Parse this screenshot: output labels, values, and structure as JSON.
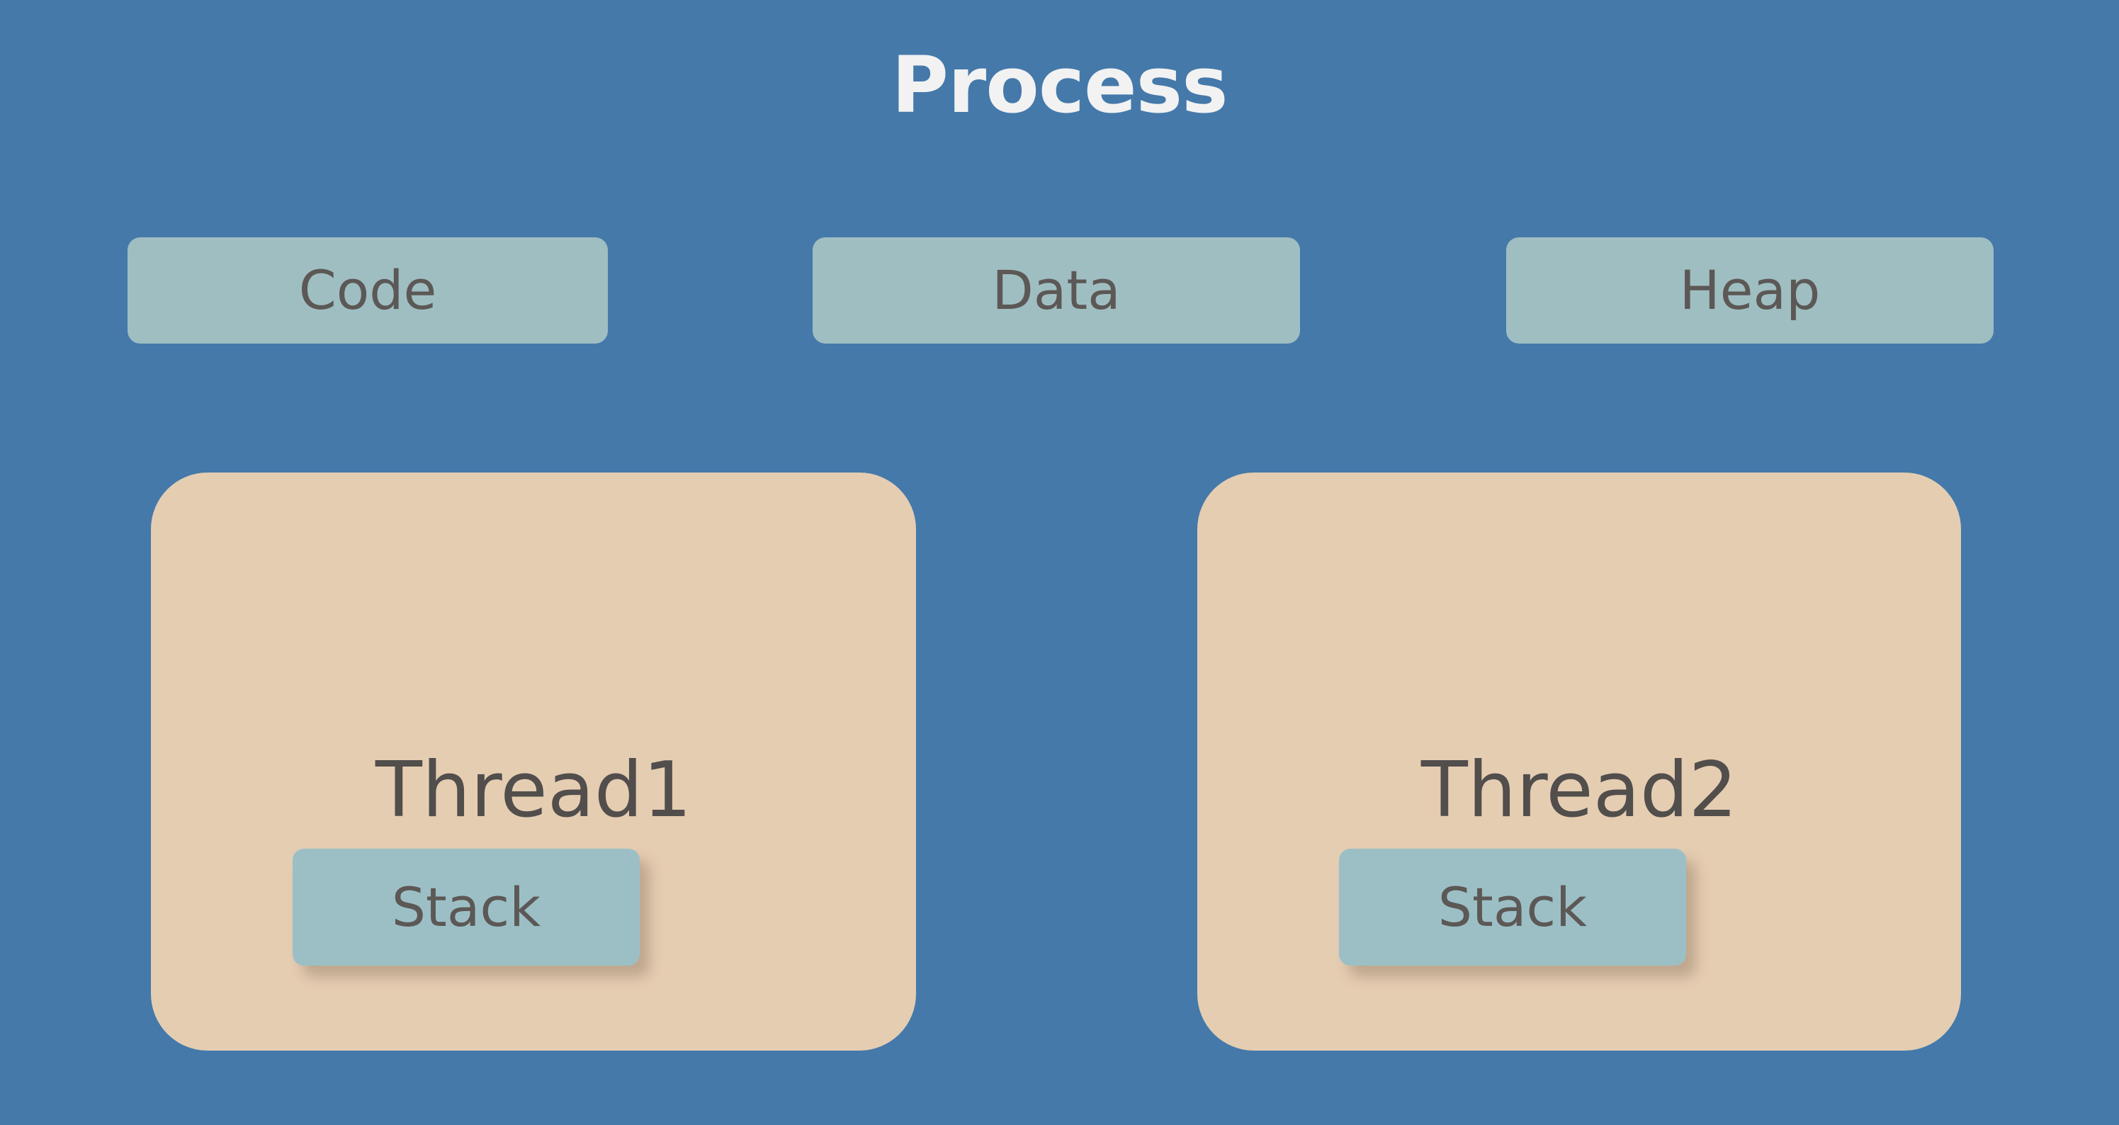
{
  "diagram": {
    "title": "Process",
    "background_color": "#4479AA",
    "title_color": "#F2F2F2",
    "segment_color": "#9FBEC2",
    "thread_color": "#E5CDB2",
    "stack_color": "#9CBFC6",
    "label_color": "#5C5855"
  },
  "segments": [
    {
      "label": "Code"
    },
    {
      "label": "Data"
    },
    {
      "label": "Heap"
    }
  ],
  "threads": [
    {
      "label": "Thread1",
      "stack": {
        "label": "Stack"
      }
    },
    {
      "label": "Thread2",
      "stack": {
        "label": "Stack"
      }
    }
  ]
}
